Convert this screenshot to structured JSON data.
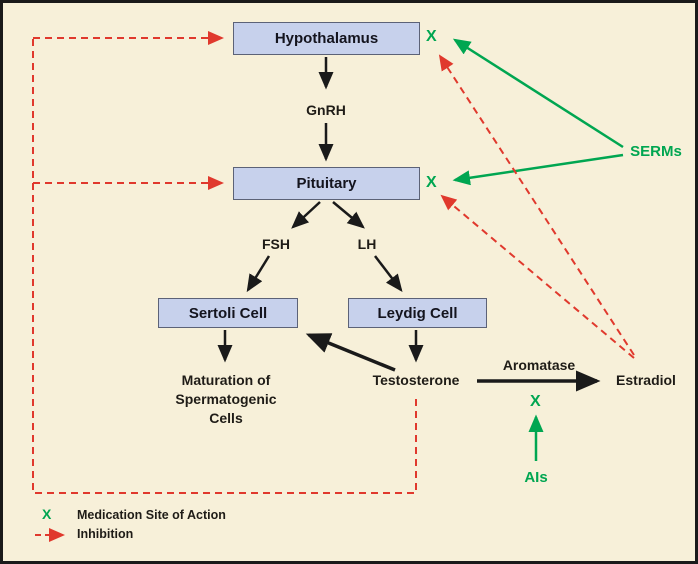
{
  "title": "Hypothalamic-Pituitary-Gonadal axis medication site diagram",
  "colors": {
    "background": "#f7f0d9",
    "node_fill": "#c7d1ec",
    "node_border": "#5c6277",
    "arrow_black": "#1a1a1a",
    "green": "#00a651",
    "red": "#e0392d",
    "text": "#1f1c17",
    "frame_border": "#1a1a1a"
  },
  "nodes": {
    "hypothalamus": "Hypothalamus",
    "pituitary": "Pituitary",
    "sertoli": "Sertoli Cell",
    "leydig": "Leydig Cell"
  },
  "labels": {
    "gnrh": "GnRH",
    "fsh": "FSH",
    "lh": "LH",
    "maturation": "Maturation of\nSpermatogenic\nCells",
    "testosterone": "Testosterone",
    "aromatase": "Aromatase",
    "estradiol": "Estradiol",
    "serms": "SERMs",
    "ais": "AIs"
  },
  "symbols": {
    "x": "X"
  },
  "legend": {
    "x": "X",
    "medication_site": "Medication Site of Action",
    "inhibition": "Inhibition"
  }
}
